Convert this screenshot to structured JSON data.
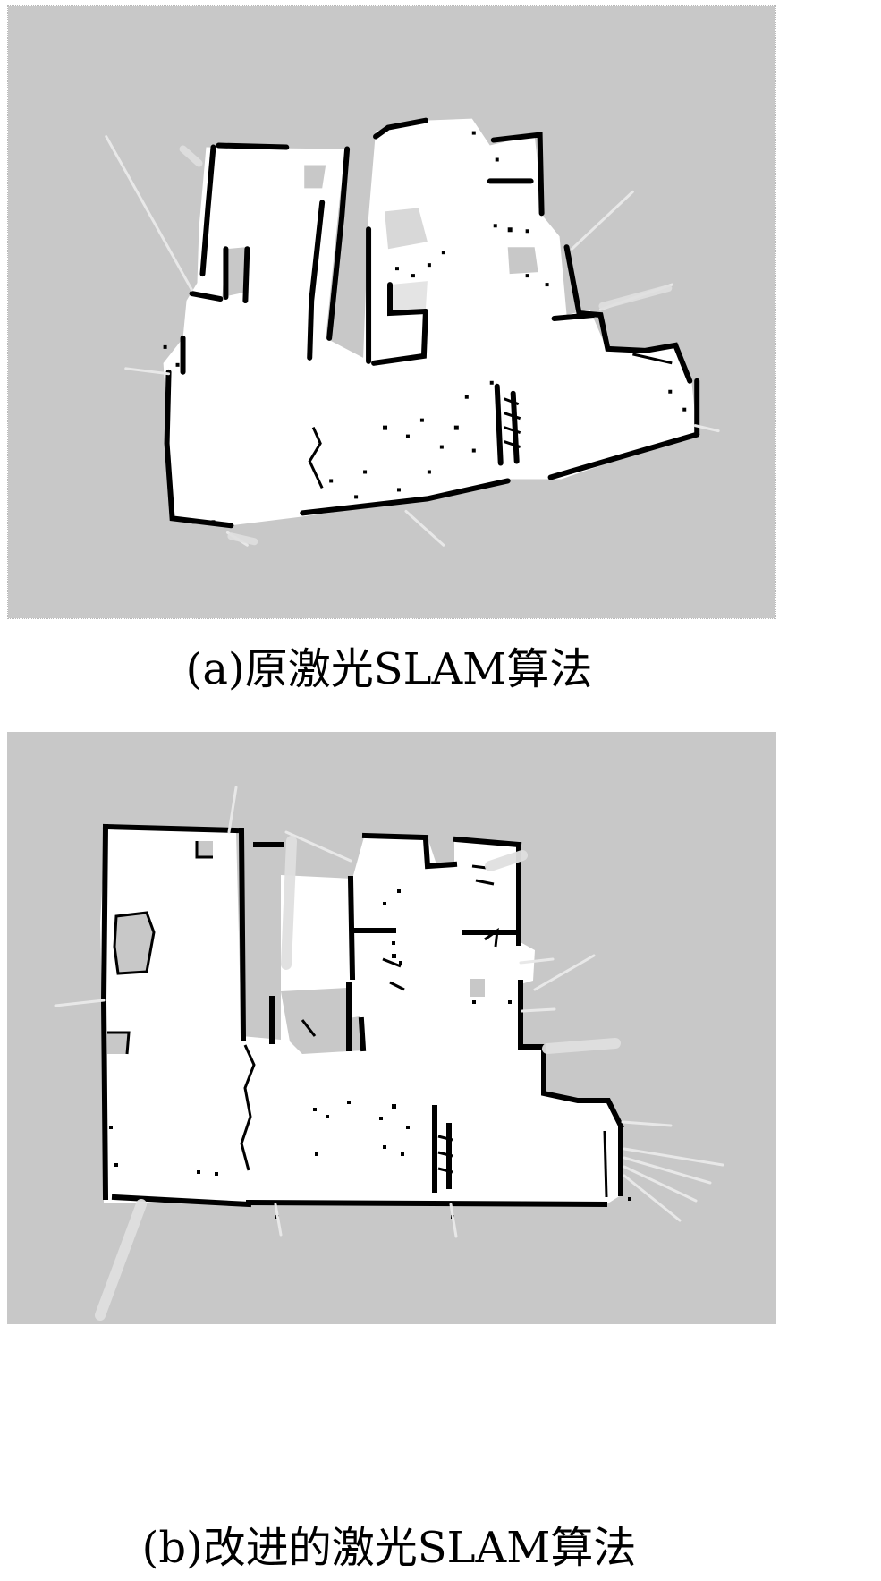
{
  "figure": {
    "panel_a": {
      "caption": "(a)原激光SLAM算法",
      "image": "occupancy-grid-map-original"
    },
    "panel_b": {
      "caption": "(b)改进的激光SLAM算法",
      "image": "occupancy-grid-map-improved"
    },
    "colors": {
      "unknown": "#c8c8c8",
      "free": "#ffffff",
      "occupied": "#000000"
    }
  }
}
